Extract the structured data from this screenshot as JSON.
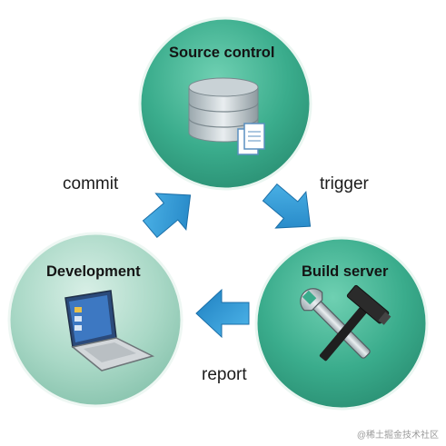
{
  "nodes": {
    "source": {
      "title": "Source control"
    },
    "build": {
      "title": "Build server"
    },
    "dev": {
      "title": "Development"
    }
  },
  "edges": {
    "commit": "commit",
    "trigger": "trigger",
    "report": "report"
  },
  "watermark": "@稀土掘金技术社区",
  "colors": {
    "circle_teal": "#35a688",
    "circle_teal_light": "#5cc3a4",
    "circle_dev": "#9fd2c0",
    "circle_dev_light": "#c7e6da",
    "arrow_blue": "#2e9bd6",
    "arrow_blue_dark": "#1b6fa8"
  },
  "icons": {
    "source": "database-icon",
    "build": "tools-icon",
    "dev": "laptop-icon"
  }
}
